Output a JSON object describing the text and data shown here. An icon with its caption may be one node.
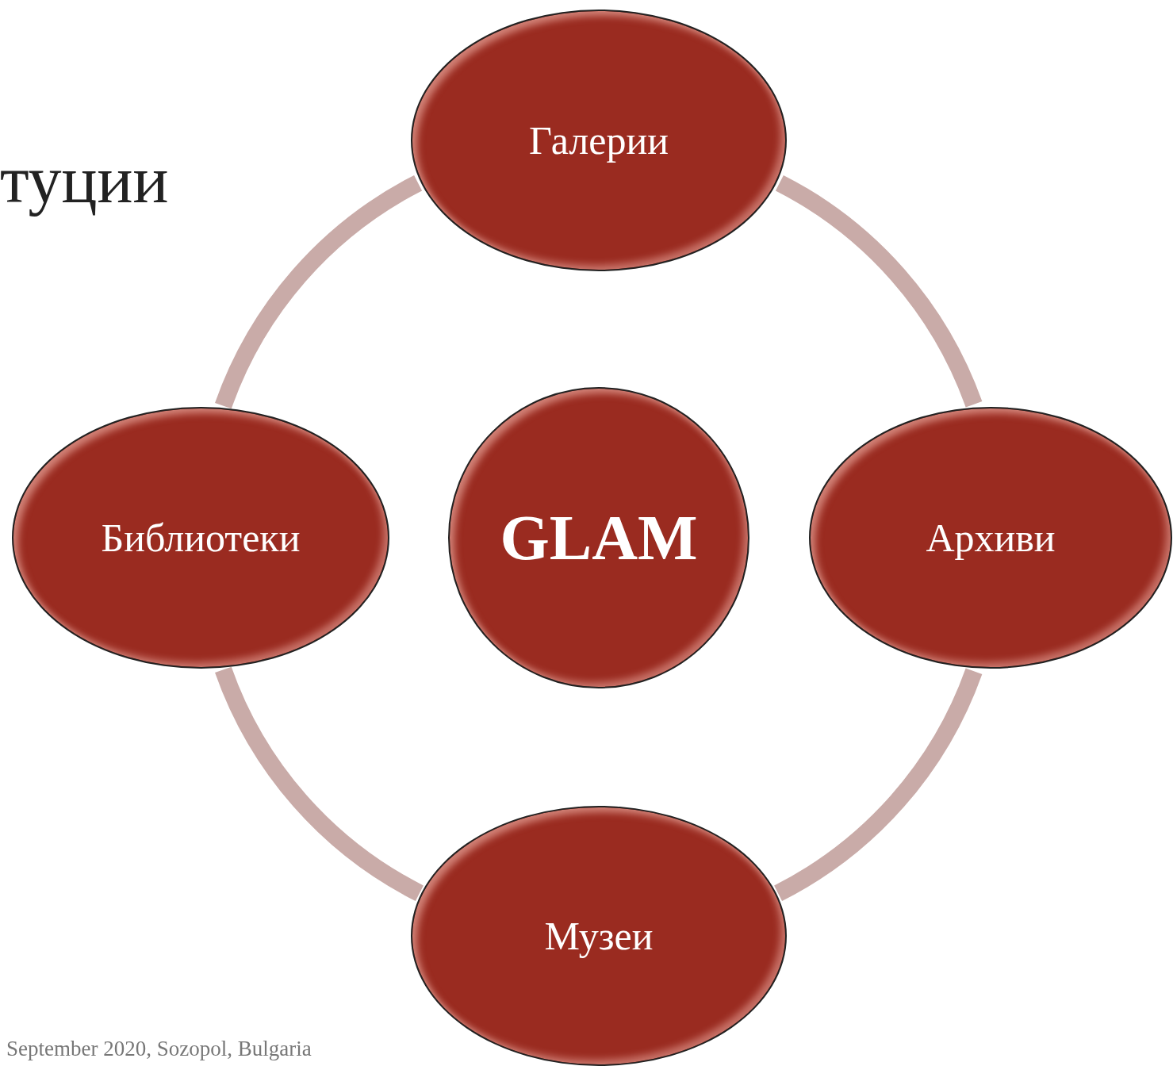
{
  "diagram": {
    "title": "туции",
    "nodes": [
      {
        "text": [
          "Галерии"
        ]
      },
      {
        "text": [
          "Библиотеки"
        ]
      },
      {
        "text": [
          "GLAM"
        ]
      },
      {
        "text": [
          "Архиви"
        ]
      },
      {
        "text": [
          "Музеи"
        ]
      }
    ],
    "edges": [
      {
        "from": 0,
        "to": 3,
        "arrow": "none"
      },
      {
        "from": 3,
        "to": 4,
        "arrow": "none"
      },
      {
        "from": 4,
        "to": 1,
        "arrow": "none"
      },
      {
        "from": 1,
        "to": 0,
        "arrow": "none"
      }
    ],
    "labels": [
      "September 2020, Sozopol, Bulgaria"
    ]
  }
}
